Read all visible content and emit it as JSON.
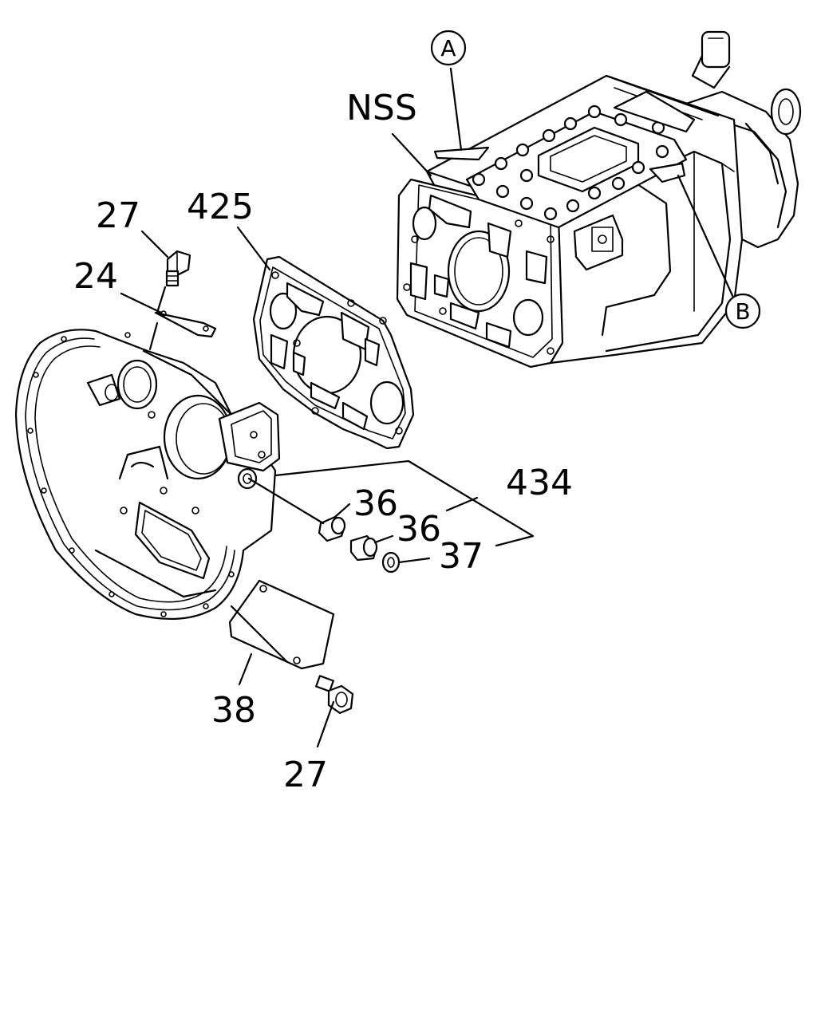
{
  "callouts": {
    "a": "A",
    "b": "B"
  },
  "labels": {
    "nss": "NSS",
    "p27_top": "27",
    "p24": "24",
    "p425": "425",
    "p36_a": "36",
    "p36_b": "36",
    "p434": "434",
    "p37": "37",
    "p38": "38",
    "p27_bottom": "27"
  }
}
